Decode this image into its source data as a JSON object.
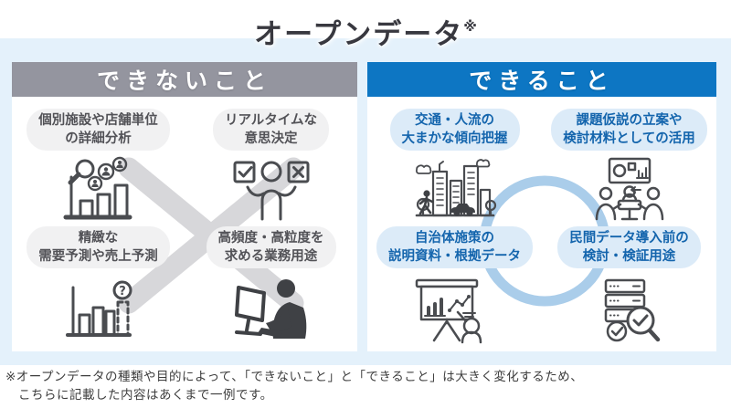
{
  "title": {
    "text": "オープンデータ",
    "note_mark": "※"
  },
  "left_panel": {
    "header": "できないこと",
    "overlay": "x-mark",
    "items": [
      {
        "icon": "facility-analysis-icon",
        "line1": "個別施設や店舗単位",
        "line2": "の詳細分析"
      },
      {
        "icon": "realtime-decision-icon",
        "line1": "リアルタイムな",
        "line2": "意思決定"
      },
      {
        "icon": "forecast-chart-icon",
        "line1": "精緻な",
        "line2": "需要予測や売上予測"
      },
      {
        "icon": "computer-work-icon",
        "line1": "高頻度・高粒度を",
        "line2": "求める業務用途"
      }
    ]
  },
  "right_panel": {
    "header": "できること",
    "overlay": "circle-mark",
    "items": [
      {
        "icon": "city-traffic-icon",
        "line1": "交通・人流の",
        "line2": "大まかな傾向把握"
      },
      {
        "icon": "meeting-discussion-icon",
        "line1": "課題仮説の立案や",
        "line2": "検討材料としての活用"
      },
      {
        "icon": "presentation-icon",
        "line1": "自治体施策の",
        "line2": "説明資料・根拠データ"
      },
      {
        "icon": "data-verification-icon",
        "line1": "民間データ導入前の",
        "line2": "検討・検証用途"
      }
    ]
  },
  "footer": {
    "line1": "※オープンデータの種類や目的によって、「できないこと」と「できること」は大きく変化するため、",
    "line2": "こちらに記載した内容はあくまで一例です。"
  },
  "colors": {
    "background_band": "#e4f1fb",
    "cannot_header": "#94959f",
    "can_header": "#0d76c3",
    "cannot_pill_bg": "#f1f1f2",
    "can_pill_bg": "#dcebf8",
    "can_text": "#1465ad",
    "x_mark": "#d7d7da",
    "circle_mark": "#aacdea"
  }
}
